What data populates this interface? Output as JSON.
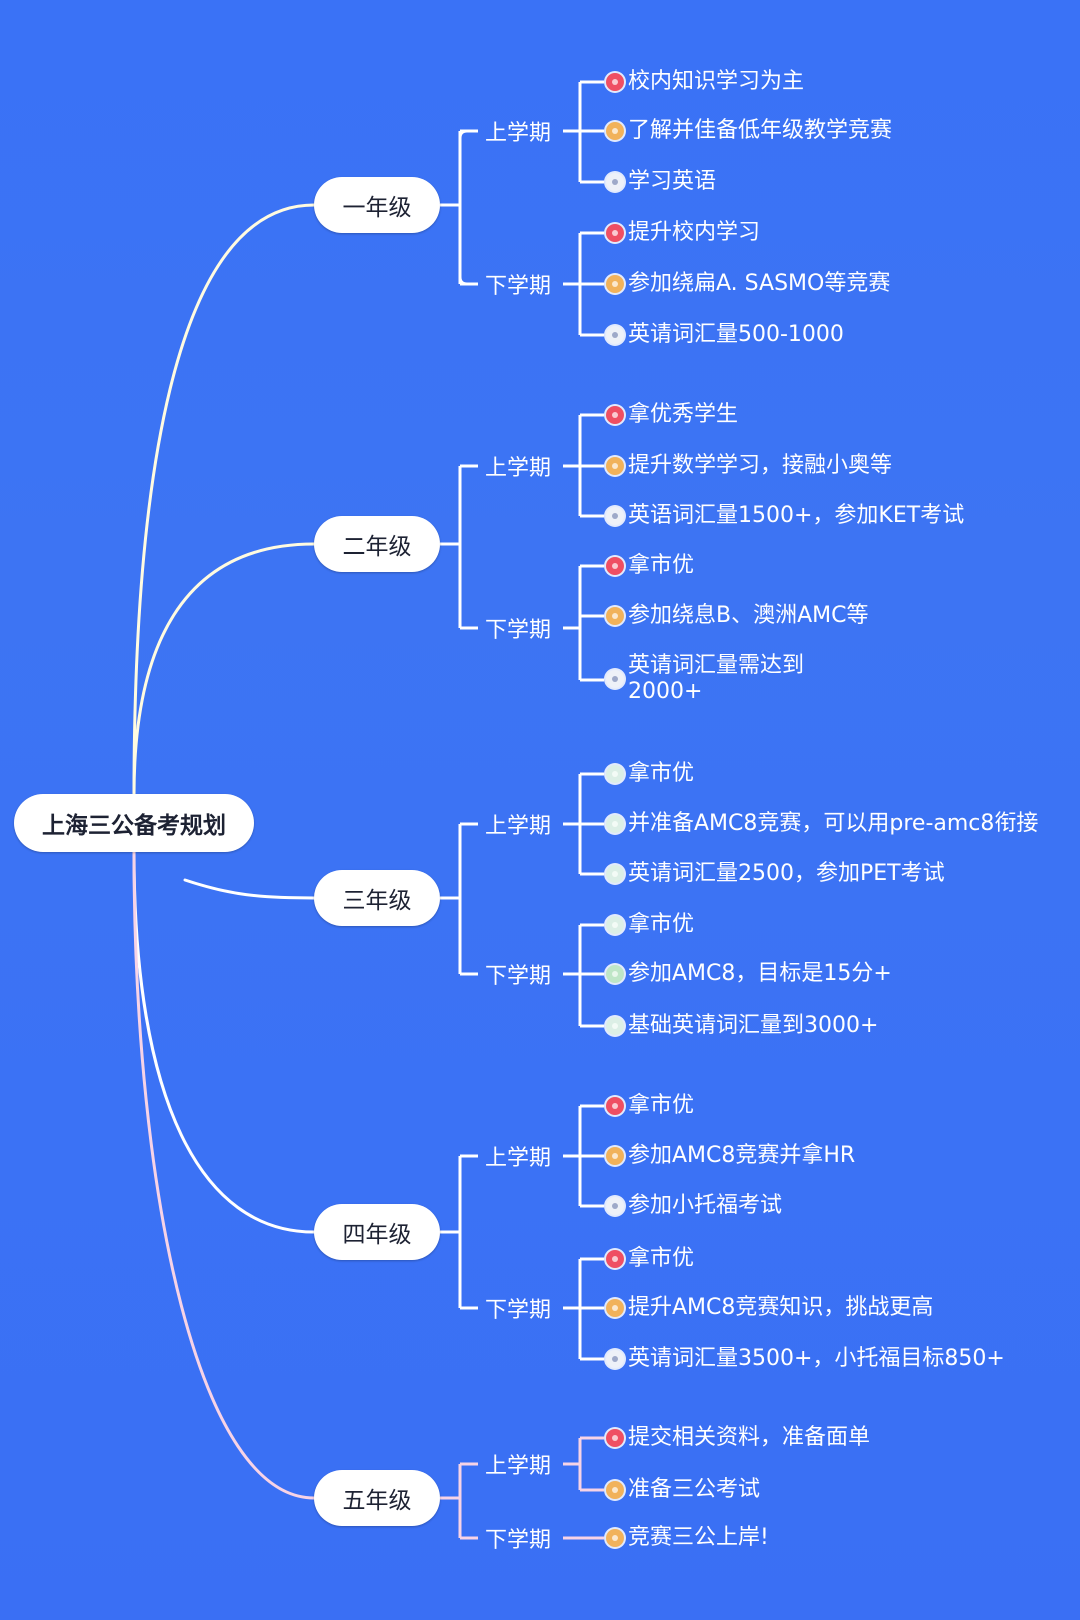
{
  "colors": {
    "background": "#3b72f5",
    "node_fill": "#ffffff",
    "node_text": "#1d2233",
    "branch_text": "#ffffff",
    "bullet_red": "#ef4f63",
    "bullet_orange": "#f1b25b",
    "bullet_white": "#eef1f8",
    "bullet_mint": "#dcefe6",
    "link_white": "#ffffff",
    "link_yellow_tint": "#fff7c0",
    "link_pink_tint": "#f3c8de"
  },
  "root": {
    "label": "上海三公备考规划"
  },
  "grades": [
    {
      "label": "一年级",
      "terms": [
        {
          "label": "上学期",
          "items": [
            {
              "text": "校内知识学习为主",
              "icon": "red"
            },
            {
              "text": "了解并佳备低年级教学竞赛",
              "icon": "orange"
            },
            {
              "text": "学习英语",
              "icon": "white"
            }
          ]
        },
        {
          "label": "下学期",
          "items": [
            {
              "text": "提升校内学习",
              "icon": "red"
            },
            {
              "text": "参加绕扁A. SASMO等竞赛",
              "icon": "orange"
            },
            {
              "text": "英请词汇量500-1000",
              "icon": "white"
            }
          ]
        }
      ]
    },
    {
      "label": "二年级",
      "terms": [
        {
          "label": "上学期",
          "items": [
            {
              "text": "拿优秀学生",
              "icon": "red"
            },
            {
              "text": "提升数学学习，接融小奥等",
              "icon": "orange"
            },
            {
              "text": "英语词汇量1500+，参加KET考试",
              "icon": "white"
            }
          ]
        },
        {
          "label": "下学期",
          "items": [
            {
              "text": "拿市优",
              "icon": "red"
            },
            {
              "text": "参加绕息B、澳洲AMC等",
              "icon": "orange"
            },
            {
              "text": "英请词汇量需达到2000+",
              "icon": "white"
            }
          ]
        }
      ]
    },
    {
      "label": "三年级",
      "terms": [
        {
          "label": "上学期",
          "items": [
            {
              "text": "拿市优",
              "icon": "mint"
            },
            {
              "text": "并准备AMC8竞赛，可以用pre-amc8衔接",
              "icon": "mint"
            },
            {
              "text": "英请词汇量2500，参加PET考试",
              "icon": "mint"
            }
          ]
        },
        {
          "label": "下学期",
          "items": [
            {
              "text": "拿市优",
              "icon": "mint"
            },
            {
              "text": "参加AMC8，目标是15分+",
              "icon": "green"
            },
            {
              "text": "基础英请词汇量到3000+",
              "icon": "mint"
            }
          ]
        }
      ]
    },
    {
      "label": "四年级",
      "terms": [
        {
          "label": "上学期",
          "items": [
            {
              "text": "拿市优",
              "icon": "red"
            },
            {
              "text": "参加AMC8竞赛并拿HR",
              "icon": "orange"
            },
            {
              "text": "参加小托福考试",
              "icon": "white"
            }
          ]
        },
        {
          "label": "下学期",
          "items": [
            {
              "text": "拿市优",
              "icon": "red"
            },
            {
              "text": "提升AMC8竞赛知识，挑战更高",
              "icon": "orange"
            },
            {
              "text": "英请词汇量3500+，小托福目标850+",
              "icon": "white"
            }
          ]
        }
      ]
    },
    {
      "label": "五年级",
      "terms": [
        {
          "label": "上学期",
          "items": [
            {
              "text": "提交相关资料，准备面单",
              "icon": "red"
            },
            {
              "text": "准备三公考试",
              "icon": "orange"
            }
          ]
        },
        {
          "label": "下学期",
          "items": [
            {
              "text": "竞赛三公上岸!",
              "icon": "orange"
            }
          ]
        }
      ]
    }
  ]
}
